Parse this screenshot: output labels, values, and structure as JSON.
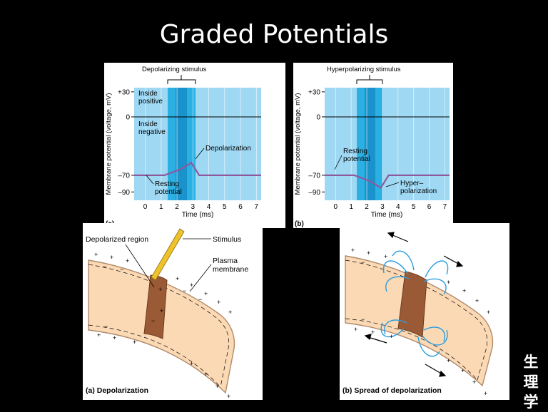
{
  "slide": {
    "title": "Graded Potentials",
    "seal_chars": [
      "生",
      "理",
      "学"
    ]
  },
  "chart_data": [
    {
      "type": "line",
      "panel_label": "(a)",
      "stimulus_label": "Depolarizing stimulus",
      "ylabel": "Membrane potential (voltage, mV)",
      "xlabel": "Time (ms)",
      "y_ticks": [
        30,
        0,
        -70,
        -90
      ],
      "y_tick_labels": [
        "+30",
        "0",
        "–70",
        "–90"
      ],
      "x_ticks": [
        0,
        1,
        2,
        3,
        4,
        5,
        6,
        7
      ],
      "xlim": [
        -0.7,
        7.3
      ],
      "ylim": [
        -100,
        35
      ],
      "stimulus_window": [
        1.2,
        3.0
      ],
      "x": [
        -0.7,
        1.2,
        2.2,
        2.9,
        3.4,
        7.3
      ],
      "y": [
        -70,
        -70,
        -63,
        -55,
        -70,
        -70
      ],
      "annotations": {
        "inside_positive": "Inside positive",
        "inside_negative": "Inside negative",
        "response": "Depolarization",
        "resting": "Resting potential"
      }
    },
    {
      "type": "line",
      "panel_label": "(b)",
      "stimulus_label": "Hyperpolarizing stimulus",
      "ylabel": "Membrane potential (voltage, mV)",
      "xlabel": "Time (ms)",
      "y_ticks": [
        30,
        0,
        -70,
        -90
      ],
      "y_tick_labels": [
        "+30",
        "0",
        "–70",
        "–90"
      ],
      "x_ticks": [
        0,
        1,
        2,
        3,
        4,
        5,
        6,
        7
      ],
      "xlim": [
        -0.7,
        7.3
      ],
      "ylim": [
        -100,
        35
      ],
      "stimulus_window": [
        1.2,
        3.0
      ],
      "x": [
        -0.7,
        1.2,
        2.2,
        2.9,
        3.4,
        7.3
      ],
      "y": [
        -70,
        -70,
        -77,
        -85,
        -70,
        -70
      ],
      "annotations": {
        "resting": "Resting potential",
        "response": "Hyper– polarization"
      }
    }
  ],
  "diagram_a": {
    "label": "(a) Depolarization",
    "depolarized_region": "Depolarized region",
    "stimulus": "Stimulus",
    "plasma_membrane": "Plasma membrane"
  },
  "diagram_b": {
    "label": "(b) Spread of depolarization"
  },
  "colors": {
    "plot_bg": "#9fd8f3",
    "stim_band": "#2ab0e3",
    "stim_band_core": "#1a93cc",
    "trace": "#8c5a9c",
    "axon": "#fbd9b5",
    "axon_edge": "#b08a6a",
    "depolarized": "#9a5a35",
    "current_arrow": "#2a9ee0",
    "stimulus_probe": "#f0c22a"
  }
}
